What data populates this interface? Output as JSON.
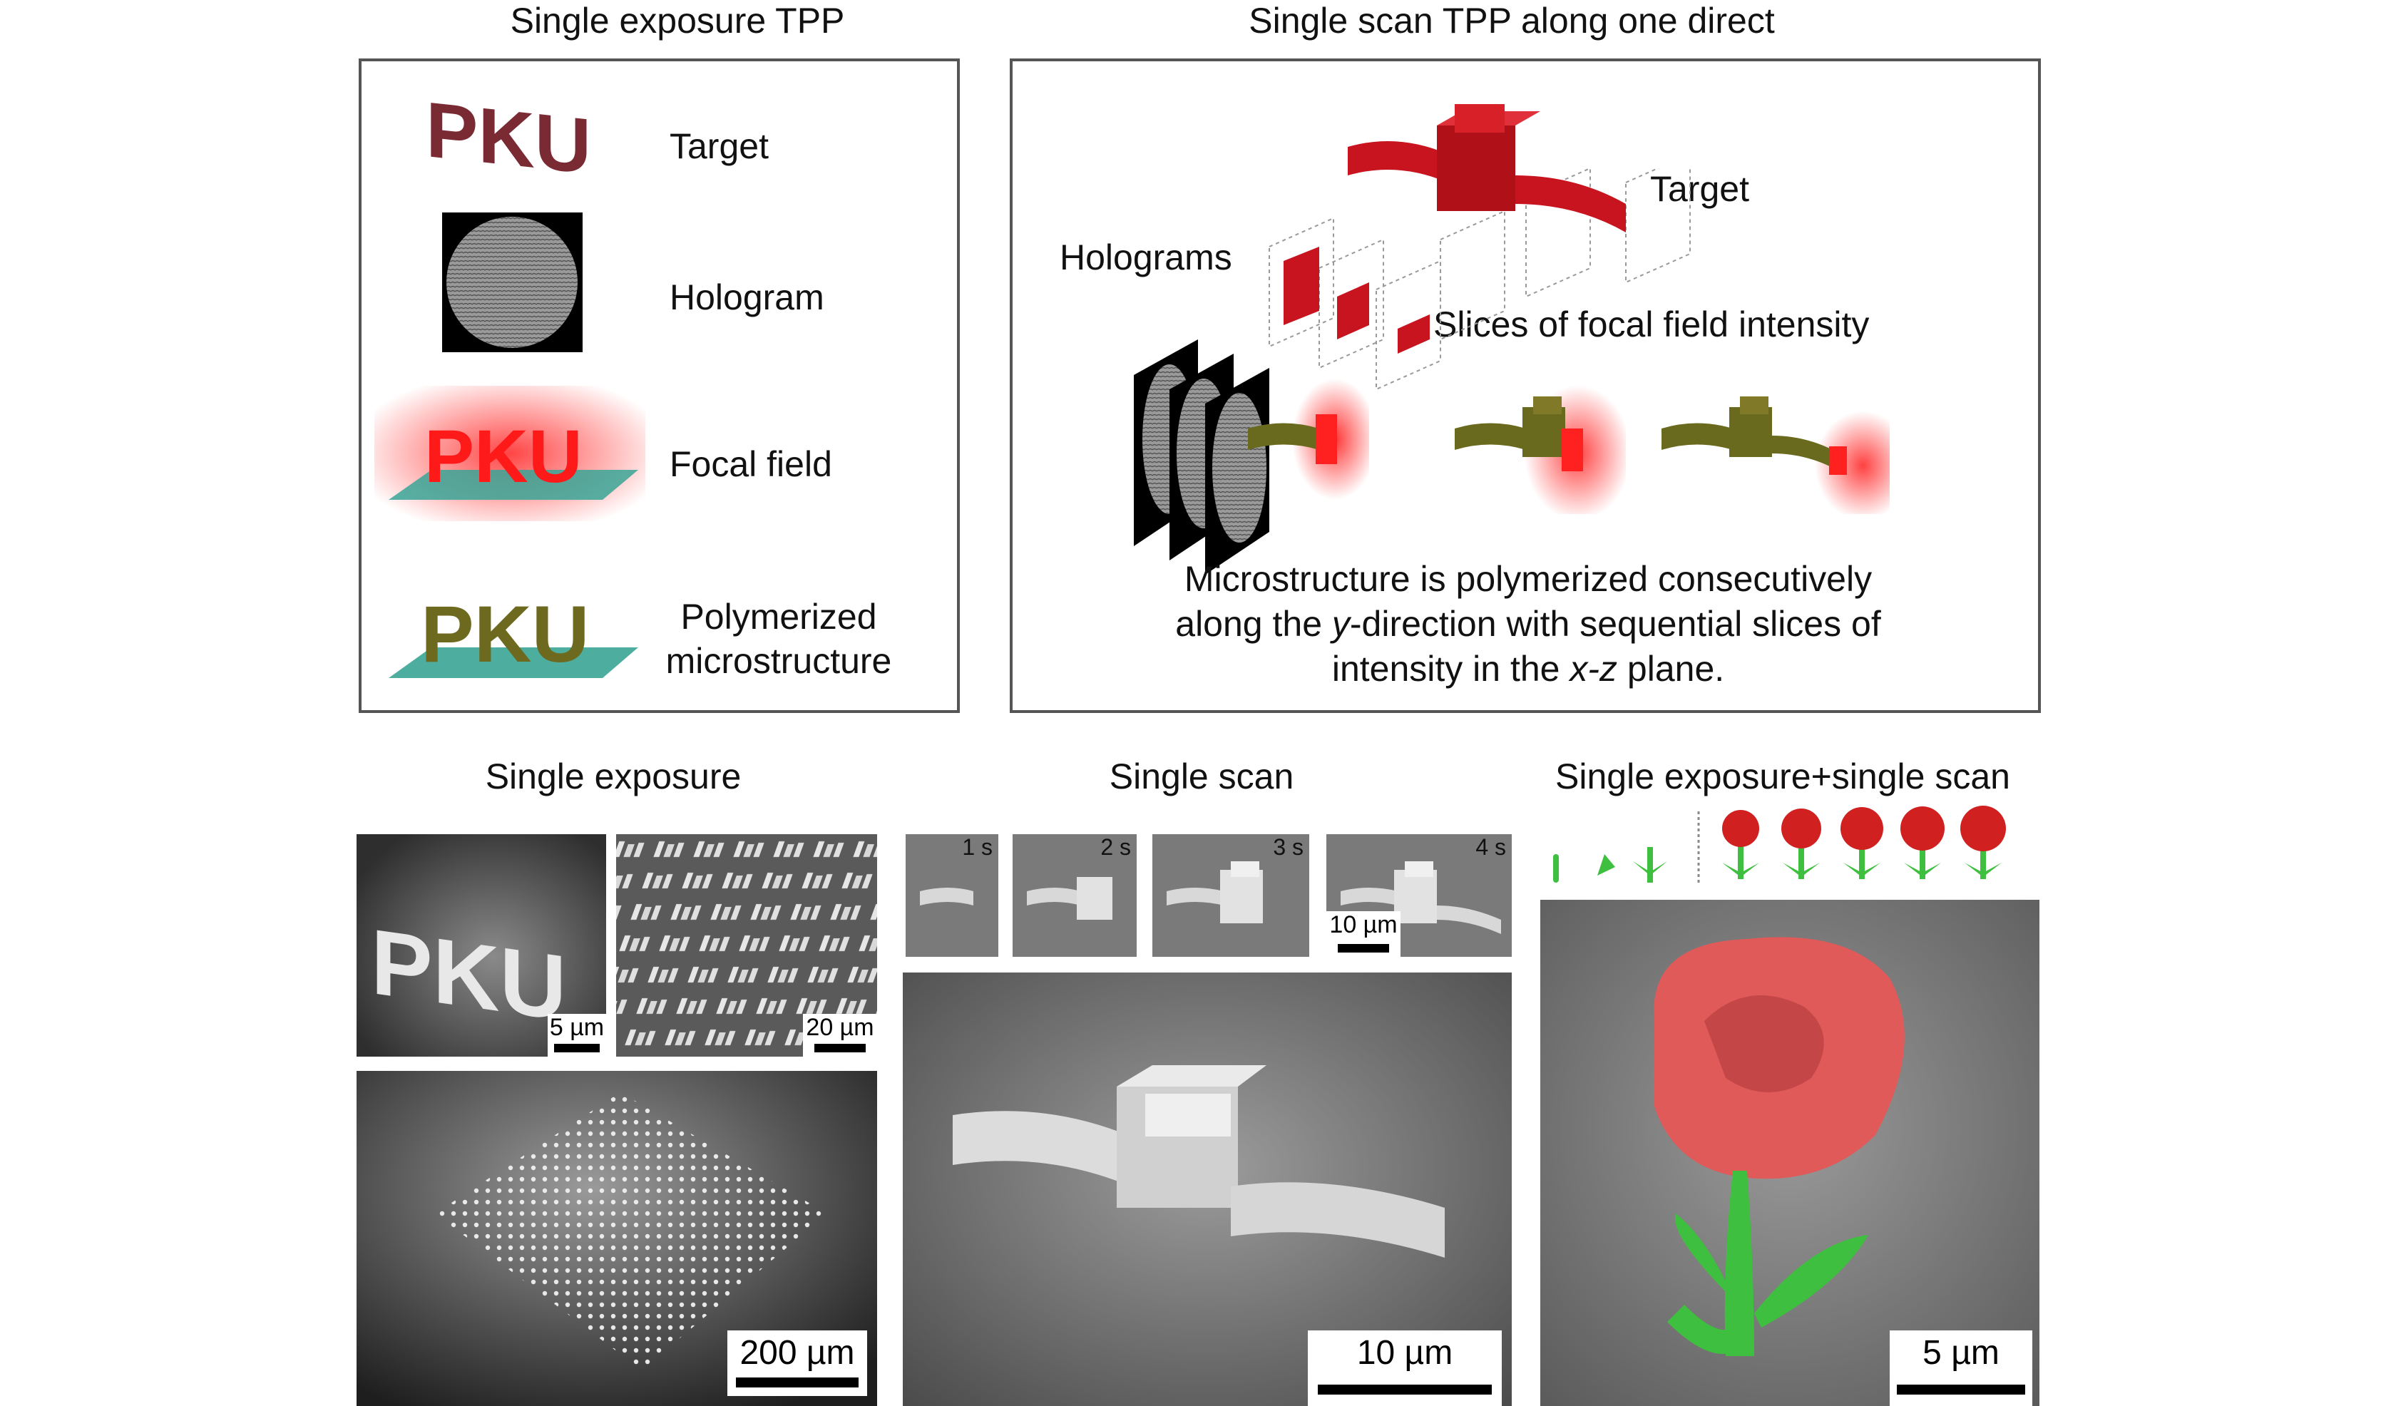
{
  "top_left": {
    "title": "Single exposure TPP",
    "rows": [
      {
        "label": "Target"
      },
      {
        "label": "Hologram"
      },
      {
        "label": "Focal field"
      },
      {
        "label_line1": "Polymerized",
        "label_line2": "microstructure"
      }
    ],
    "logo_text": "PKU",
    "colors": {
      "target": "#7a2a33",
      "focal": "#ff2a2a",
      "substrate": "#3aa596",
      "polymer": "#6d6a20"
    }
  },
  "top_right": {
    "title": "Single scan TPP along one direct",
    "holograms_label": "Holograms",
    "target_label": "Target",
    "slices_label": "Slices of focal field intensity",
    "caption": {
      "line1": "Microstructure is polymerized consecutively",
      "line2_pre": "along the ",
      "line2_italic": "y",
      "line2_post": "-direction with sequential slices of",
      "line3_pre": "intensity in the ",
      "line3_italic": "x-z",
      "line3_post": " plane."
    },
    "colors": {
      "structure": "#c8141e",
      "polymer": "#6a6a1e"
    }
  },
  "bottom": {
    "single_exposure": {
      "title": "Single exposure",
      "scale_pku": "5 µm",
      "scale_array": "20 µm",
      "scale_large": "200 µm"
    },
    "single_scan": {
      "title": "Single scan",
      "times": [
        "1 s",
        "2 s",
        "3 s",
        "4 s"
      ],
      "scale_small": "10 µm",
      "scale_large": "10 µm"
    },
    "combo": {
      "title": "Single exposure+single scan",
      "scale": "5 µm",
      "colors": {
        "petal": "#e05a5a",
        "stem": "#3fbf3f"
      }
    }
  }
}
